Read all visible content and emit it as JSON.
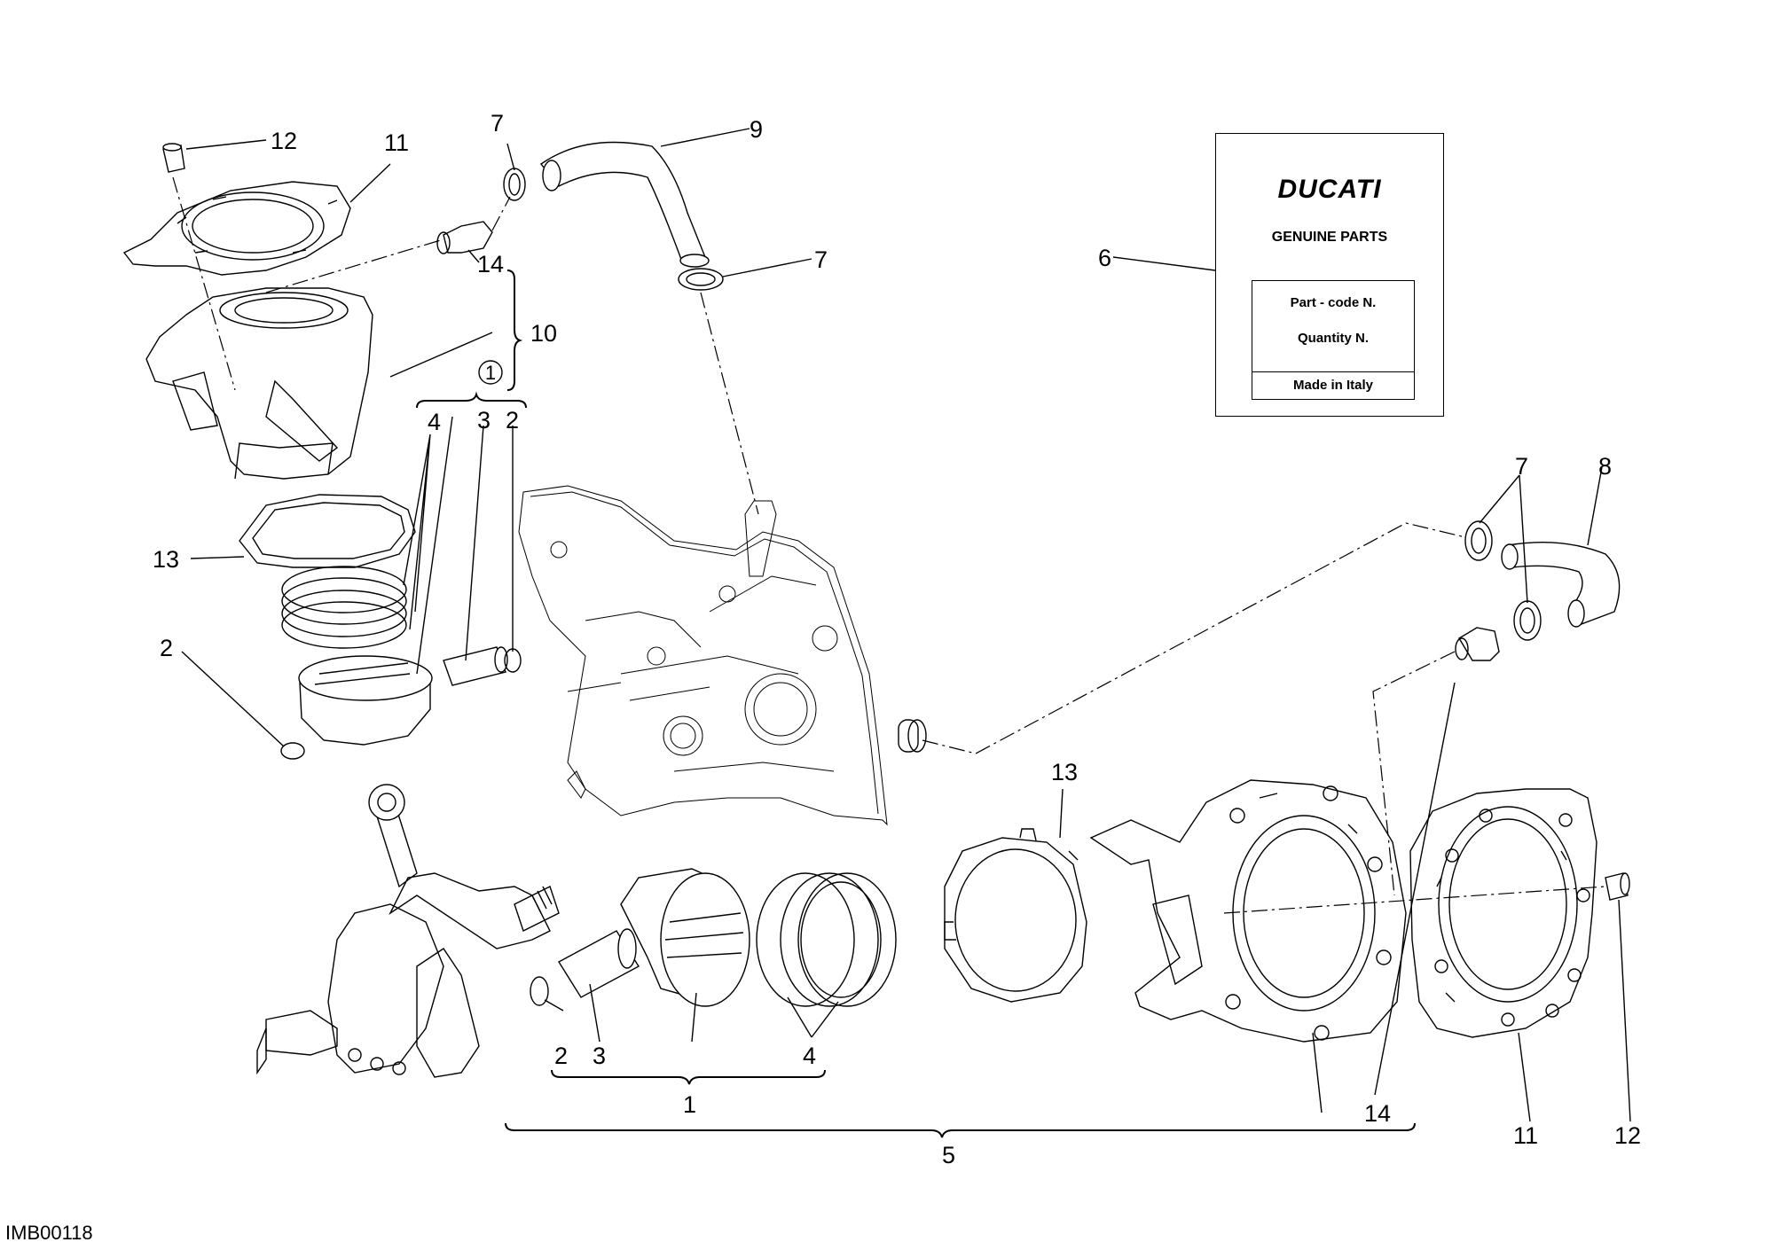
{
  "drawing_code": "IMB00118",
  "label": {
    "brand": "DUCATI",
    "subtitle": "GENUINE PARTS",
    "part_code": "Part - code N.",
    "quantity": "Quantity N.",
    "origin": "Made in Italy"
  },
  "circled_marker": "1",
  "callouts": [
    {
      "id": "c12a",
      "text": "12"
    },
    {
      "id": "c11a",
      "text": "11"
    },
    {
      "id": "c7a",
      "text": "7"
    },
    {
      "id": "c9",
      "text": "9"
    },
    {
      "id": "c7b",
      "text": "7"
    },
    {
      "id": "c14a",
      "text": "14"
    },
    {
      "id": "c10",
      "text": "10"
    },
    {
      "id": "c4a",
      "text": "4"
    },
    {
      "id": "c3a",
      "text": "3"
    },
    {
      "id": "c2a",
      "text": "2"
    },
    {
      "id": "c13a",
      "text": "13"
    },
    {
      "id": "c2b",
      "text": "2"
    },
    {
      "id": "c6",
      "text": "6"
    },
    {
      "id": "c7c",
      "text": "7"
    },
    {
      "id": "c8",
      "text": "8"
    },
    {
      "id": "c13b",
      "text": "13"
    },
    {
      "id": "c2c",
      "text": "2"
    },
    {
      "id": "c3b",
      "text": "3"
    },
    {
      "id": "c4b",
      "text": "4"
    },
    {
      "id": "c1",
      "text": "1"
    },
    {
      "id": "c5",
      "text": "5"
    },
    {
      "id": "c14b",
      "text": "14"
    },
    {
      "id": "c11b",
      "text": "11"
    },
    {
      "id": "c12b",
      "text": "12"
    }
  ]
}
